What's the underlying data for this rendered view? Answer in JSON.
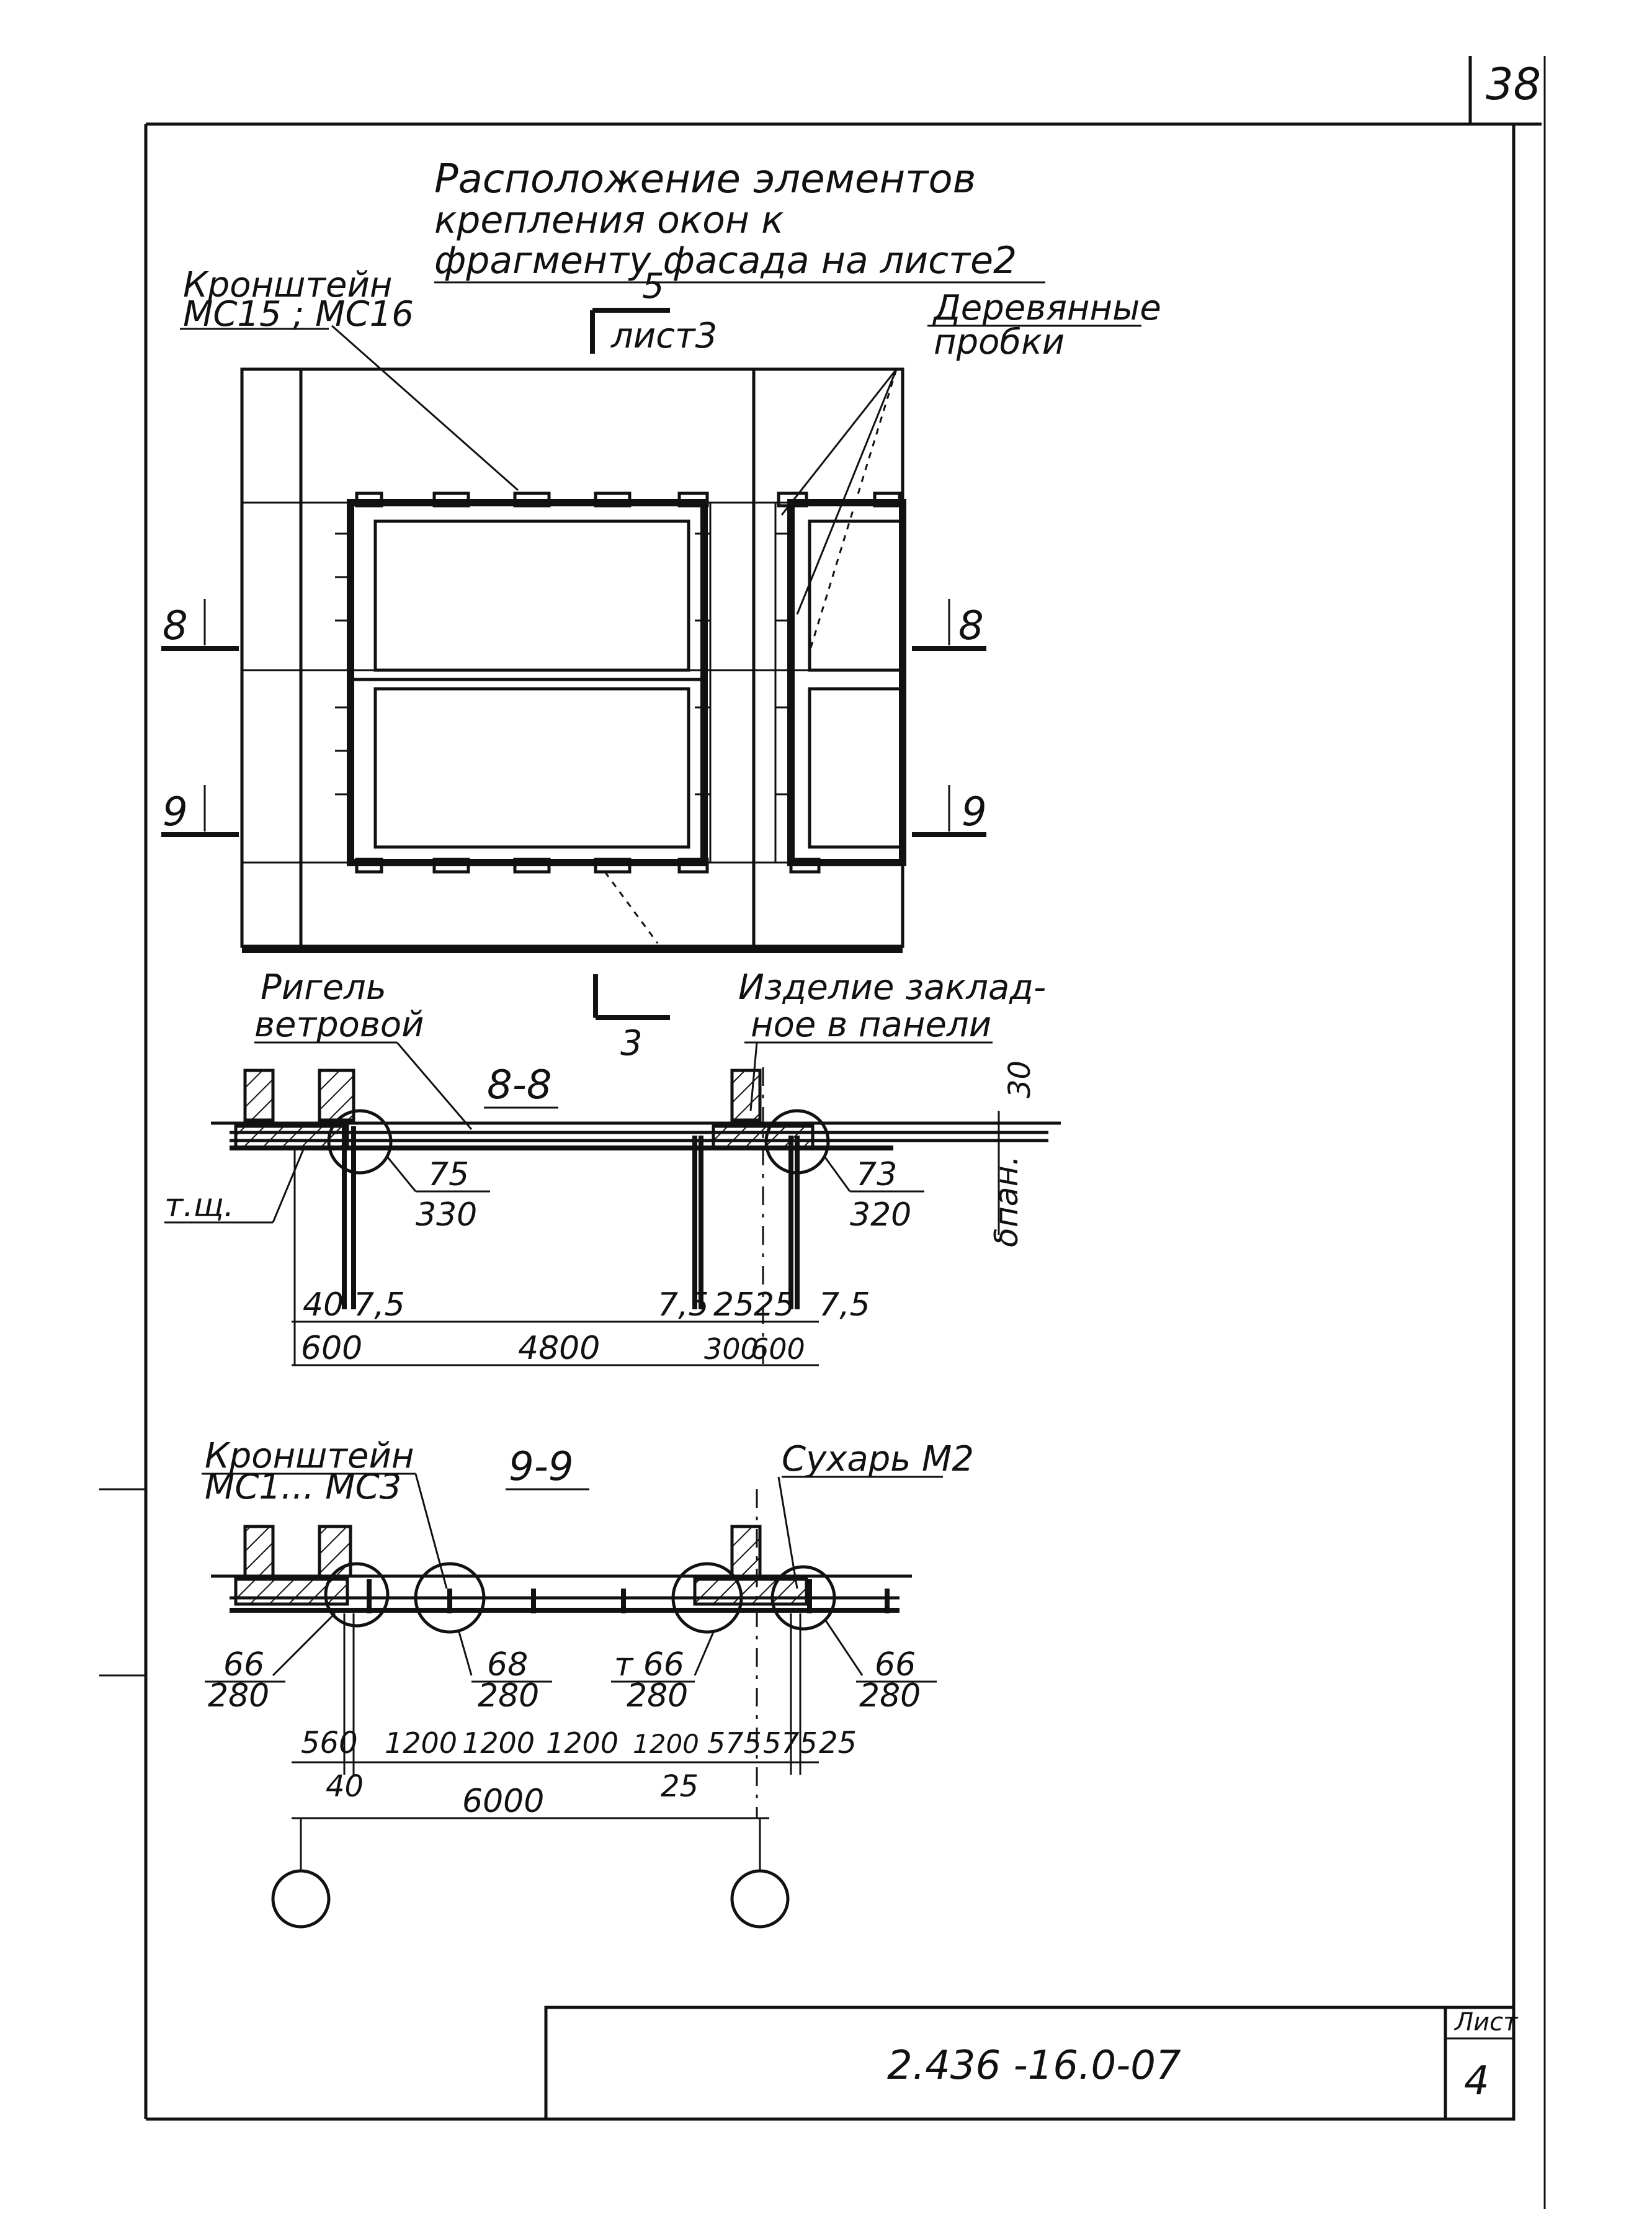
{
  "page_number": "38",
  "title": {
    "line1": "Расположение элементов",
    "line2": "крепления окон к",
    "line3": "фрагменту фасада на листе2"
  },
  "plan": {
    "bracket_label_line1": "Кронштейн",
    "bracket_label_line2": "МС15 ; МС16",
    "wood_plugs_line1": "Деревянные",
    "wood_plugs_line2": "пробки",
    "section5_number": "5",
    "section5_sheet": "лист3",
    "section8_left": "8",
    "section8_right": "8",
    "section9_left": "9",
    "section9_right": "9",
    "section3_number": "3"
  },
  "section_8_8": {
    "title": "8-8",
    "crossbar_line1": "Ригель",
    "crossbar_line2": "ветровой",
    "embedded_line1": "Изделие заклад-",
    "embedded_line2": "ное в панели",
    "dim_30": "30",
    "dim_bpan": "δпан.",
    "tsh": "т.щ.",
    "callout_left_top": "75",
    "callout_left_bottom": "330",
    "callout_right_top": "73",
    "callout_right_bottom": "320",
    "dim_40": "40",
    "dim_7_5_a": "7,5",
    "dim_7_5_b": "7,5",
    "dim_25_a": "25",
    "dim_25_b": "25",
    "dim_7_5_c": "7,5",
    "dim_600": "600",
    "dim_4800": "4800",
    "dim_300": "300",
    "dim_600_b": "600"
  },
  "section_9_9": {
    "title": "9-9",
    "bracket_line1": "Кронштейн",
    "bracket_line2": "МС1... МС3",
    "sukhar": "Сухарь М2",
    "callout_a_top": "66",
    "callout_a_bottom": "280",
    "callout_b_top": "68",
    "callout_b_bottom": "280",
    "callout_c_top": "т 66",
    "callout_c_bottom": "280",
    "callout_d_top": "66",
    "callout_d_bottom": "280",
    "dim_560": "560",
    "dim_1200_a": "1200",
    "dim_1200_b": "1200",
    "dim_1200_c": "1200",
    "dim_1200_d": "1200",
    "dim_575_a": "575",
    "dim_575_b": "575",
    "dim_25_a": "25",
    "dim_40": "40",
    "dim_6000": "6000",
    "dim_25_b": "25"
  },
  "title_block": {
    "doc_code": "2.436 -16.0-07",
    "sheet_label": "Лист",
    "sheet_number": "4"
  }
}
